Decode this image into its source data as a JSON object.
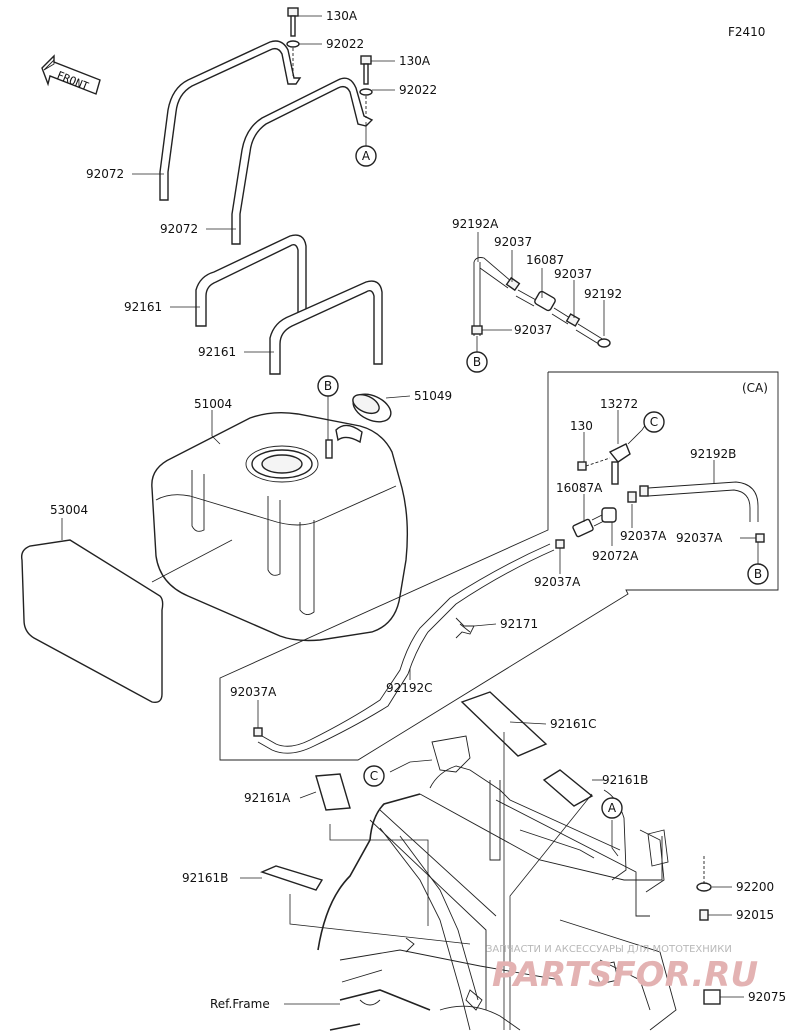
{
  "figure_code": "F2410",
  "front_label": "FRONT",
  "ca_label": "(CA)",
  "labels": {
    "p130a_1": "130A",
    "p92022_1": "92022",
    "p130a_2": "130A",
    "p92022_2": "92022",
    "p92072_1": "92072",
    "p92072_2": "92072",
    "p92161_1": "92161",
    "p92161_2": "92161",
    "p92192a": "92192A",
    "p92037_1": "92037",
    "p16087": "16087",
    "p92037_2": "92037",
    "p92192": "92192",
    "p92037_3": "92037",
    "p51004": "51004",
    "p51049": "51049",
    "p53004": "53004",
    "p13272": "13272",
    "p130": "130",
    "p16087a": "16087A",
    "p92192b": "92192B",
    "p92037a_1": "92037A",
    "p92037a_2": "92037A",
    "p92072a": "92072A",
    "p92037a_3": "92037A",
    "p92171": "92171",
    "p92037a_4": "92037A",
    "p92192c": "92192C",
    "p92161c": "92161C",
    "p92161a": "92161A",
    "p92161b_1": "92161B",
    "p92161b_2": "92161B",
    "p92200": "92200",
    "p92015": "92015",
    "p92075": "92075",
    "ref_frame": "Ref.Frame"
  },
  "callouts": {
    "a_top": "A",
    "b_hose": "B",
    "b_tank": "B",
    "c_ca": "C",
    "b_ca": "B",
    "c_frame": "C",
    "a_frame": "A"
  },
  "watermark": {
    "line1": "ЗАПЧАСТИ И АКСЕССУАРЫ ДЛЯ МОТОТЕХНИКИ",
    "line2": "PARTSFOR.RU"
  }
}
